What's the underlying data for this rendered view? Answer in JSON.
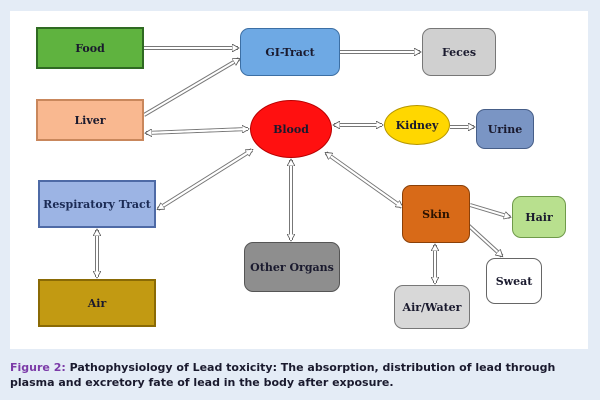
{
  "nodes": {
    "food": "Food",
    "liver": "Liver",
    "respiratory_tract": "Respiratory Tract",
    "air": "Air",
    "gi_tract": "GI-Tract",
    "feces": "Feces",
    "blood": "Blood",
    "kidney": "Kidney",
    "urine": "Urine",
    "skin": "Skin",
    "hair": "Hair",
    "sweat": "Sweat",
    "air_water": "Air/Water",
    "other_organs": "Other Organs"
  },
  "caption": {
    "label": "Figure 2:",
    "text": "Pathophysiology of Lead toxicity: The absorption, distribution of lead through plasma and excretory fate of lead in the body after exposure."
  },
  "colors": {
    "food": "#5fb33f",
    "liver": "#f9b890",
    "respiratory_tract": "#9cb4e4",
    "air": "#c29a12",
    "gi_tract": "#6ea9e4",
    "feces": "#d0d0d0",
    "blood": "#ff1010",
    "kidney": "#ffd700",
    "urine": "#7a95c4",
    "skin": "#d86a18",
    "hair": "#b8e08e",
    "sweat": "#ffffff",
    "air_water": "#d8d8d8",
    "other_organs": "#8e8e8e",
    "caption_label": "#7c3ba8"
  }
}
